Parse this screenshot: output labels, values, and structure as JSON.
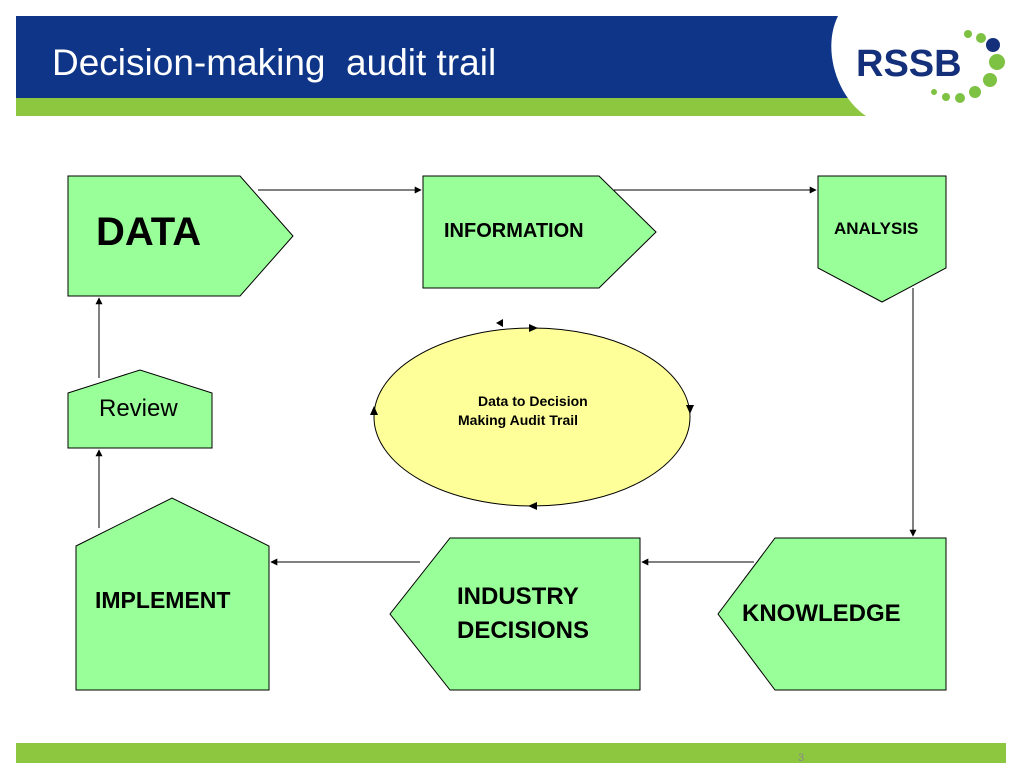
{
  "slide": {
    "title": "Decision-making  audit trail",
    "page_number": "3"
  },
  "logo": {
    "text": "RSSB",
    "text_color": "#14307a",
    "dot_colors": [
      "#7dc242",
      "#14307a"
    ]
  },
  "colors": {
    "header_blue": "#0e3587",
    "accent_green": "#8dc63f",
    "node_fill": "#99ff99",
    "center_fill": "#ffff99",
    "outline": "#000000"
  },
  "diagram": {
    "nodes": {
      "data": "DATA",
      "information": "INFORMATION",
      "analysis": "ANALYSIS",
      "knowledge": "KNOWLEDGE",
      "industry_decisions_line1": "INDUSTRY",
      "industry_decisions_line2": "DECISIONS",
      "implement": "IMPLEMENT",
      "review": "Review"
    },
    "center": {
      "line1": "Data to Decision",
      "line2": "Making Audit Trail"
    },
    "flow": [
      [
        "DATA",
        "INFORMATION"
      ],
      [
        "INFORMATION",
        "ANALYSIS"
      ],
      [
        "ANALYSIS",
        "KNOWLEDGE"
      ],
      [
        "KNOWLEDGE",
        "INDUSTRY DECISIONS"
      ],
      [
        "INDUSTRY DECISIONS",
        "IMPLEMENT"
      ],
      [
        "IMPLEMENT",
        "Review"
      ],
      [
        "Review",
        "DATA"
      ]
    ]
  }
}
